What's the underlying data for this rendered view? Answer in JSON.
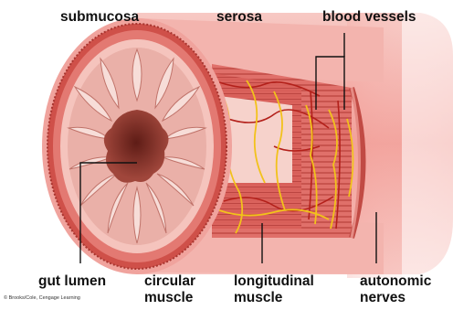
{
  "labels": {
    "submucosa": "submucosa",
    "serosa": "serosa",
    "blood_vessels": "blood vessels",
    "gut_lumen": "gut lumen",
    "circular_muscle": [
      "circular",
      "muscle"
    ],
    "longitudinal_muscle": [
      "longitudinal",
      "muscle"
    ],
    "autonomic_nerves": [
      "autonomic",
      "nerves"
    ]
  },
  "credit": "© Brooks/Cole, Cengage Learning",
  "colors": {
    "serosa_outer": "#f2a7a4",
    "muscle_red": "#d9605a",
    "muscle_dark": "#b8403c",
    "submucosa_pink": "#f6c9c2",
    "mucosa_fold": "#f2d5cf",
    "lumen_dark": "#7a2a22",
    "nerve_yellow": "#f2c21b",
    "leader_line": "#111111"
  }
}
